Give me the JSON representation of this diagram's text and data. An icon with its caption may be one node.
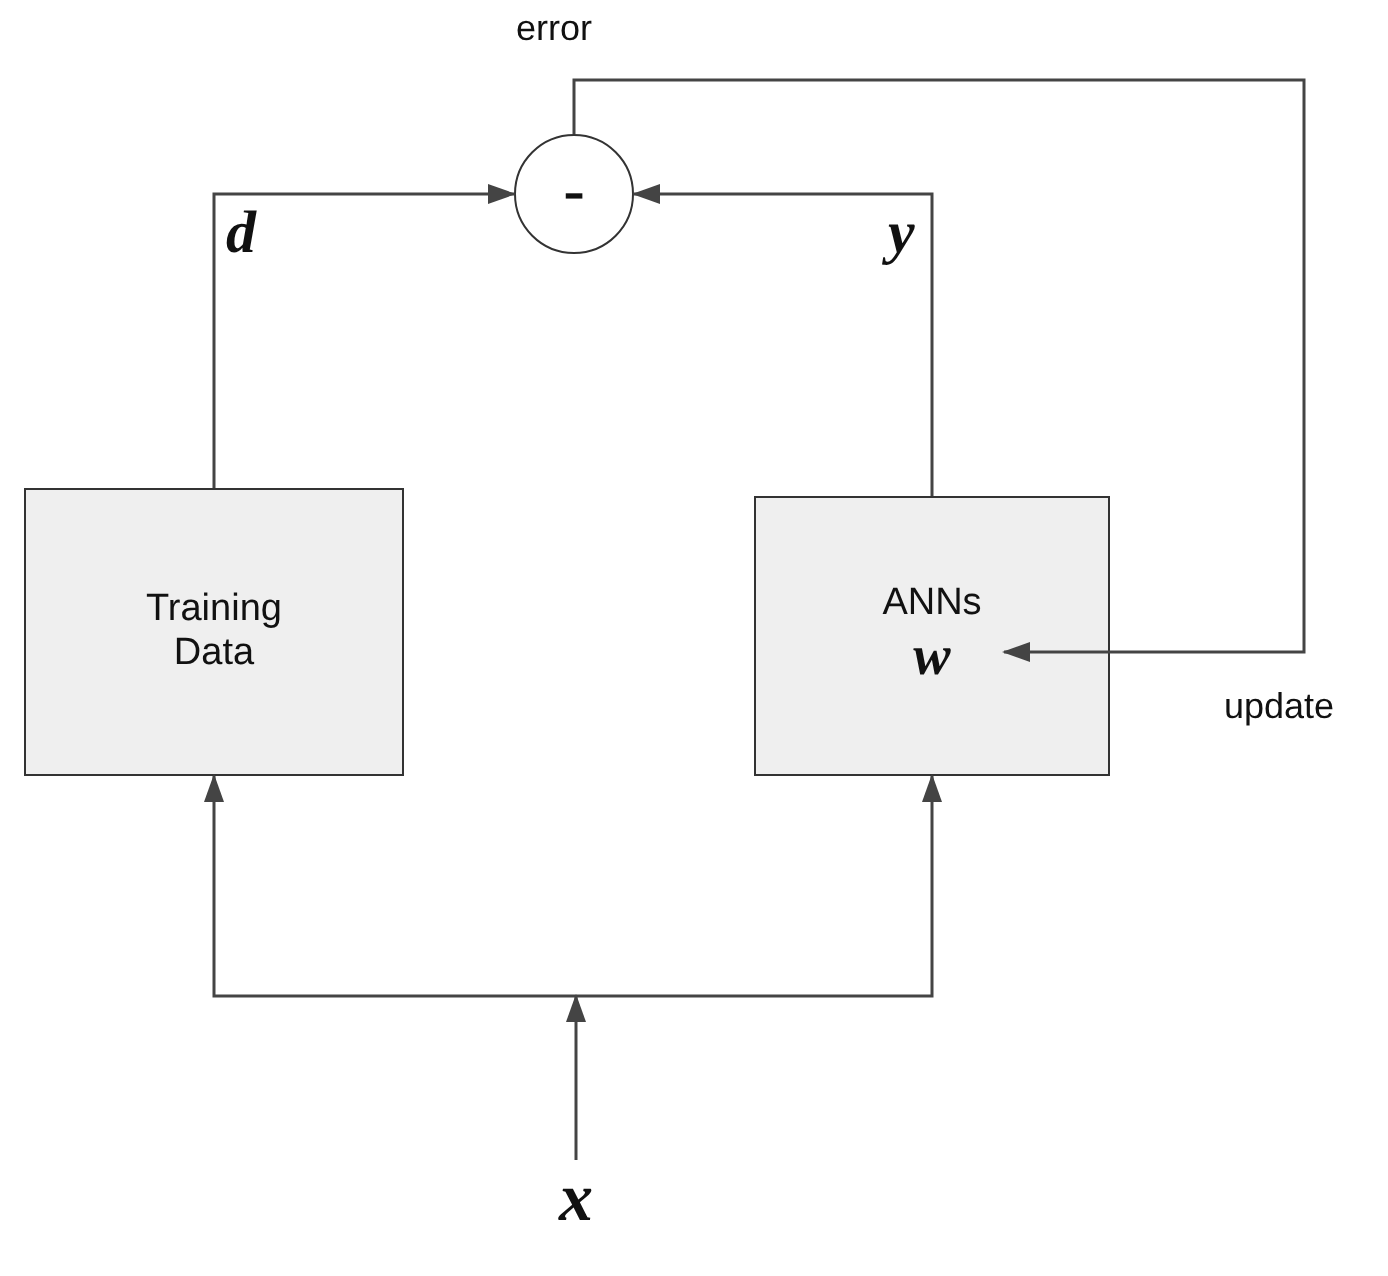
{
  "diagram": {
    "nodes": [
      {
        "text": [
          "Training Data"
        ]
      },
      {
        "text": [
          "ANNs",
          "w"
        ]
      },
      {
        "text": [
          "-"
        ],
        "beside": [
          "error"
        ]
      },
      {
        "text": [
          "x"
        ]
      }
    ],
    "edges": [
      {
        "from": 3,
        "to": 0,
        "arrow": "to"
      },
      {
        "from": 3,
        "to": 1,
        "arrow": "to"
      },
      {
        "from": 0,
        "to": 2,
        "arrow": "to",
        "label": "d"
      },
      {
        "from": 1,
        "to": 2,
        "arrow": "to",
        "label": "y"
      },
      {
        "from": 2,
        "to": 1,
        "arrow": "to",
        "label": "update"
      }
    ]
  }
}
